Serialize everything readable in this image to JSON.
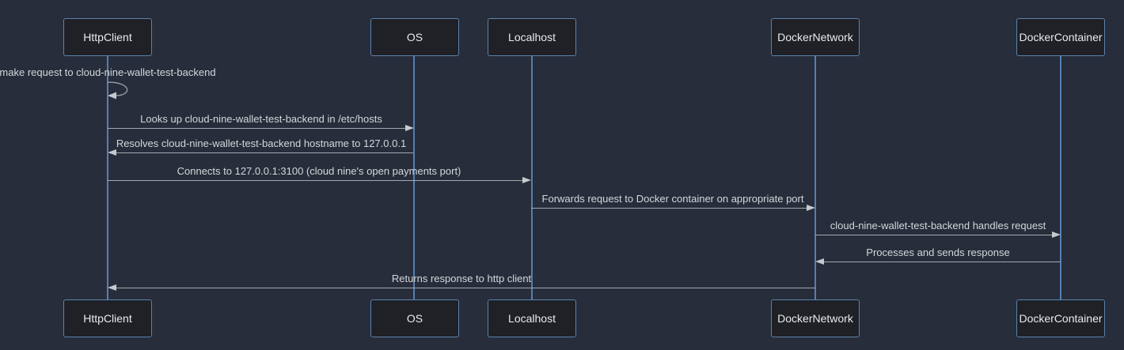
{
  "diagram": {
    "type": "sequence",
    "participants": [
      {
        "id": "httpclient",
        "name": "HttpClient"
      },
      {
        "id": "os",
        "name": "OS"
      },
      {
        "id": "localhost",
        "name": "Localhost"
      },
      {
        "id": "dockernetwork",
        "name": "DockerNetwork"
      },
      {
        "id": "dockercontainer",
        "name": "DockerContainer"
      }
    ],
    "messages": [
      {
        "from": "HttpClient",
        "to": "HttpClient",
        "self": true,
        "arrow": "filled",
        "line": "solid",
        "text": "make request to cloud-nine-wallet-test-backend"
      },
      {
        "from": "HttpClient",
        "to": "OS",
        "direction": "right",
        "arrow": "filled",
        "line": "solid",
        "text": "Looks up cloud-nine-wallet-test-backend in /etc/hosts"
      },
      {
        "from": "OS",
        "to": "HttpClient",
        "direction": "left",
        "arrow": "filled",
        "line": "solid",
        "text": "Resolves cloud-nine-wallet-test-backend hostname to 127.0.0.1"
      },
      {
        "from": "HttpClient",
        "to": "Localhost",
        "direction": "right",
        "arrow": "filled",
        "line": "solid",
        "text": "Connects to 127.0.0.1:3100 (cloud nine's open payments port)"
      },
      {
        "from": "Localhost",
        "to": "DockerNetwork",
        "direction": "right",
        "arrow": "filled",
        "line": "solid",
        "text": "Forwards request to Docker container on appropriate port"
      },
      {
        "from": "DockerNetwork",
        "to": "DockerContainer",
        "direction": "right",
        "arrow": "filled",
        "line": "solid",
        "text": "cloud-nine-wallet-test-backend handles request"
      },
      {
        "from": "DockerContainer",
        "to": "DockerNetwork",
        "direction": "left",
        "arrow": "filled",
        "line": "solid",
        "text": "Processes and sends response"
      },
      {
        "from": "DockerNetwork",
        "to": "HttpClient",
        "direction": "left",
        "arrow": "filled",
        "line": "solid",
        "text": "Returns response to http client"
      }
    ],
    "colors": {
      "bg": "#272d3a",
      "actor-fill": "#1f2127",
      "actor-border": "#5c82ab",
      "actor-text": "#e8eaed",
      "lifeline": "#5d8ec9",
      "msg-line": "#a3a8af",
      "arrow": "#c6cacf",
      "msg-text": "#d4d7db"
    }
  }
}
